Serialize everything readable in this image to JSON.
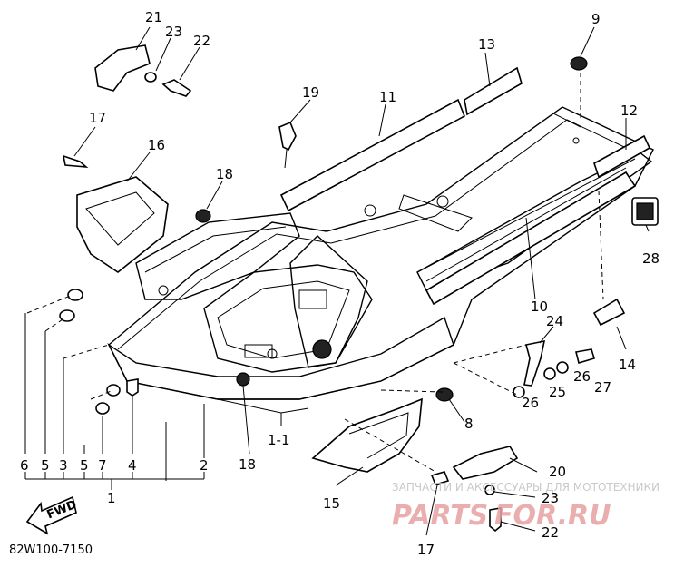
{
  "diagram": {
    "code": "82W100-7150",
    "fwd_label": "FWD",
    "callouts": {
      "p1": "1",
      "p2": "2",
      "p3": "3",
      "p4": "4",
      "p5a": "5",
      "p5b": "5",
      "p6": "6",
      "p7": "7",
      "p8": "8",
      "p9": "9",
      "p10": "10",
      "p11": "11",
      "p12": "12",
      "p13": "13",
      "p14": "14",
      "p15": "15",
      "p16": "16",
      "p17a": "17",
      "p17b": "17",
      "p18a": "18",
      "p18b": "18",
      "p19": "19",
      "p20": "20",
      "p21": "21",
      "p22a": "22",
      "p22b": "22",
      "p23a": "23",
      "p23b": "23",
      "p24": "24",
      "p25": "25",
      "p26a": "26",
      "p26b": "26",
      "p27": "27",
      "p28": "28",
      "p1_1": "1-1"
    }
  },
  "watermark": {
    "caption": "ЗАПЧАСТИ И АКСЕССУАРЫ ДЛЯ МОТОТЕХНИКИ",
    "brand_left": "PARTS",
    "brand_right": "FOR.RU",
    "brand_color": "#e8a0a0",
    "caption_color": "#c0c0c0"
  }
}
